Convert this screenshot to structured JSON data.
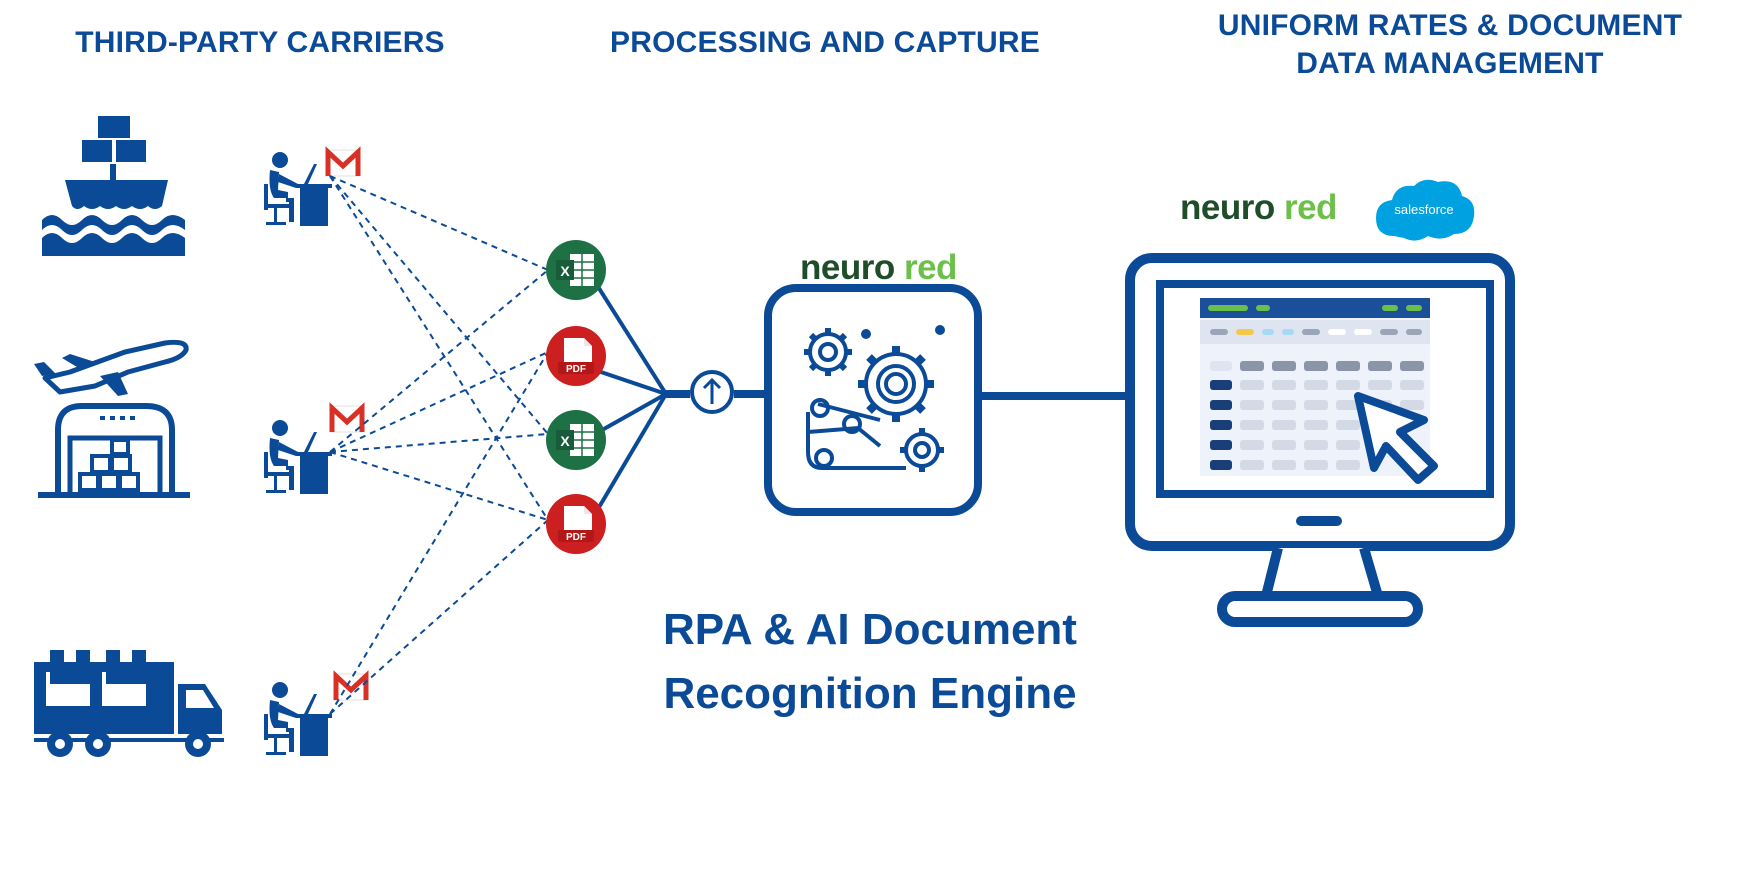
{
  "columns": {
    "carriers_heading": "THIRD-PARTY CARRIERS",
    "processing_heading": "PROCESSING AND CAPTURE",
    "output_heading_line1": "UNIFORM RATES & DOCUMENT",
    "output_heading_line2": "DATA MANAGEMENT"
  },
  "engine": {
    "title_line1": "RPA & AI Document",
    "title_line2": "Recognition Engine"
  },
  "logos": {
    "neurored_part1": "neuro",
    "neurored_part2": "red",
    "salesforce": "salesforce"
  },
  "file_badges": {
    "excel": "X",
    "pdf": "PDF",
    "gmail": "M"
  },
  "carriers": [
    {
      "icon": "cargo-ship-icon"
    },
    {
      "icon": "airplane-warehouse-icon"
    },
    {
      "icon": "delivery-truck-icon"
    }
  ],
  "documents": [
    {
      "type": "excel",
      "icon": "excel-file-icon"
    },
    {
      "type": "pdf",
      "icon": "pdf-file-icon"
    },
    {
      "type": "excel",
      "icon": "excel-file-icon"
    },
    {
      "type": "pdf",
      "icon": "pdf-file-icon"
    }
  ],
  "colors": {
    "primary": "#0b4a96",
    "excel_green": "#1e7145",
    "pdf_red": "#cc1f1f",
    "neuro_dark": "#1f4d2a",
    "neuro_green": "#6cc04a",
    "salesforce_blue": "#00a1e0",
    "gmail_red": "#d93025"
  }
}
